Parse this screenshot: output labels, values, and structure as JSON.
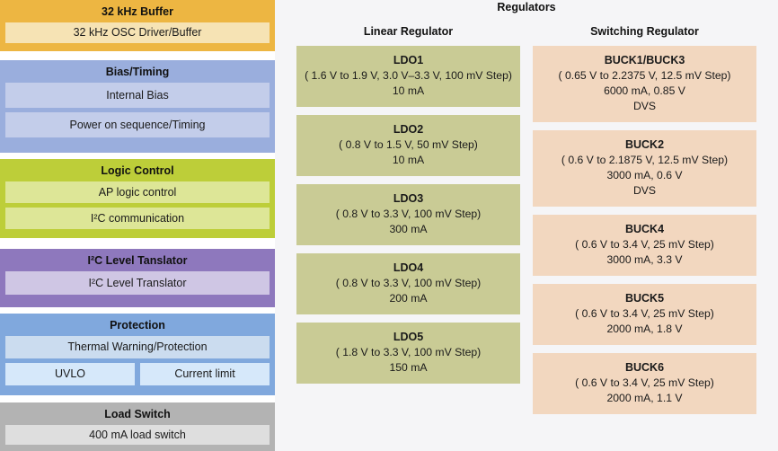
{
  "left_panel": {
    "blocks": [
      {
        "id": "osc",
        "title": "32 kHz Buffer",
        "items": [
          "32 kHz OSC Driver/Buffer"
        ]
      },
      {
        "id": "bias",
        "title": "Bias/Timing",
        "items": [
          "Internal Bias",
          "Power on sequence/Timing"
        ]
      },
      {
        "id": "logic",
        "title": "Logic Control",
        "items": [
          "AP logic control",
          "I²C communication"
        ]
      },
      {
        "id": "i2c",
        "title": "I²C Level Tanslator",
        "items": [
          "I²C Level Translator"
        ]
      },
      {
        "id": "protection",
        "title": "Protection",
        "items": [
          "Thermal Warning/Protection"
        ],
        "row_items": [
          "UVLO",
          "Current limit"
        ]
      },
      {
        "id": "load",
        "title": "Load Switch",
        "items": [
          "400 mA load switch"
        ]
      }
    ]
  },
  "right_panel": {
    "title": "Regulators",
    "columns": [
      {
        "id": "linear",
        "heading": "Linear Regulator",
        "regulators": [
          {
            "name": "LDO1",
            "lines": [
              "( 1.6 V to 1.9 V, 3.0 V–3.3 V, 100 mV Step)",
              "10 mA"
            ]
          },
          {
            "name": "LDO2",
            "lines": [
              "( 0.8 V to 1.5 V, 50 mV Step)",
              "10 mA"
            ]
          },
          {
            "name": "LDO3",
            "lines": [
              "( 0.8 V to 3.3 V, 100 mV Step)",
              "300 mA"
            ]
          },
          {
            "name": "LDO4",
            "lines": [
              "( 0.8 V to 3.3 V, 100 mV Step)",
              "200 mA"
            ]
          },
          {
            "name": "LDO5",
            "lines": [
              "( 1.8 V to 3.3 V, 100 mV Step)",
              "150 mA"
            ]
          }
        ]
      },
      {
        "id": "switching",
        "heading": "Switching Regulator",
        "regulators": [
          {
            "name": "BUCK1/BUCK3",
            "lines": [
              "( 0.65 V to 2.2375 V, 12.5 mV Step)",
              "6000 mA, 0.85 V",
              "DVS"
            ]
          },
          {
            "name": "BUCK2",
            "lines": [
              "( 0.6 V to 2.1875 V, 12.5 mV Step)",
              "3000 mA, 0.6 V",
              "DVS"
            ]
          },
          {
            "name": "BUCK4",
            "lines": [
              "( 0.6 V to 3.4 V, 25 mV Step)",
              "3000 mA, 3.3 V"
            ]
          },
          {
            "name": "BUCK5",
            "lines": [
              "( 0.6 V to 3.4 V, 25 mV Step)",
              "2000 mA, 1.8 V"
            ]
          },
          {
            "name": "BUCK6",
            "lines": [
              "( 0.6 V to 3.4 V, 25 mV Step)",
              "2000 mA, 1.1 V"
            ]
          }
        ]
      }
    ]
  },
  "colors": {
    "osc_header": "#edb642",
    "osc_item": "#f6e3b4",
    "bias_header": "#9aaedd",
    "bias_item": "#c3cdea",
    "logic_header": "#bdce39",
    "logic_item": "#dde697",
    "i2c_header": "#8e78bd",
    "i2c_item": "#cfc6e4",
    "protection_header": "#80a8dd",
    "protection_item": "#cbdcef",
    "protection_subitem": "#d6e8fa",
    "load_header": "#b3b3b3",
    "load_item": "#dedede",
    "ldo_box": "#c9cb95",
    "buck_box": "#f2d7bf",
    "right_background": "#f5f5f7"
  }
}
